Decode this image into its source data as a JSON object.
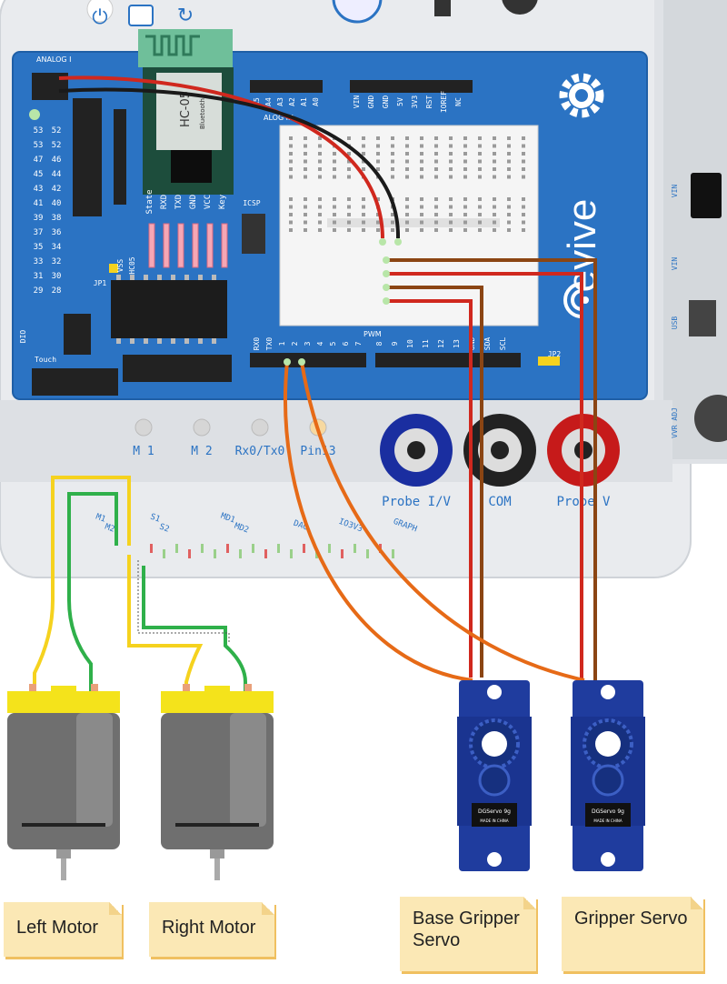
{
  "board": {
    "brand": "evive",
    "analog_header": "ANALOG I",
    "analog_in": "ALOG IN",
    "analog_pins": [
      "A5",
      "A4",
      "A3",
      "A2",
      "A1",
      "A0"
    ],
    "power_pins": [
      "VIN",
      "GND",
      "GND",
      "5V",
      "3V3",
      "RST",
      "IOREF",
      "NC"
    ],
    "pwm_label": "PWM",
    "digital_pins": [
      "RX0",
      "TX0",
      "1",
      "2",
      "3",
      "4",
      "5",
      "6",
      "7"
    ],
    "digital_pins_b": [
      "8",
      "9",
      "10",
      "11",
      "12",
      "13",
      "GND",
      "SDA",
      "SCL"
    ],
    "left_pin_labels": [
      "53",
      "52",
      "53",
      "52",
      "47",
      "46",
      "45",
      "44",
      "43",
      "42",
      "41",
      "40",
      "39",
      "38",
      "37",
      "36",
      "35",
      "34",
      "33",
      "32",
      "31",
      "30",
      "29",
      "28"
    ],
    "extra_labels": [
      "JP1",
      "JP2",
      "ICSP",
      "VSS",
      "HC05",
      "Touch",
      "DIO",
      "VIN",
      "VIN",
      "USB",
      "VVR ADJ"
    ],
    "bottom_labels": [
      "M 1",
      "M 2",
      "Rx0/Tx0",
      "Pin13"
    ],
    "probe_labels": [
      "Probe I/V",
      "COM",
      "Probe V"
    ],
    "port_labels": [
      "M1",
      "M2",
      "S1",
      "S2",
      "MD1",
      "MD2",
      "DAC",
      "IO3V3",
      "GRAPH"
    ]
  },
  "bluetooth": {
    "model": "HC-05",
    "sub": "Bluetooth",
    "pins": [
      "State",
      "RXD",
      "TXD",
      "GND",
      "VCC",
      "Key"
    ]
  },
  "servo_text": {
    "model": "DGServo 9g",
    "origin": "MADE IN CHINA"
  },
  "labels": {
    "left_motor": "Left Motor",
    "right_motor": "Right Motor",
    "base_gripper": "Base Gripper Servo",
    "gripper": "Gripper Servo"
  },
  "colors": {
    "board_blue": "#2b73c3",
    "casing": "#e9ebee",
    "wire_red": "#d0281e",
    "wire_black": "#1a1a1a",
    "wire_brown": "#8b4513",
    "wire_orange": "#e66a17",
    "wire_yellow": "#f5d21e",
    "wire_green": "#2fb04a",
    "motor_yellow": "#f4e31b",
    "servo_blue": "#1f3c9e"
  }
}
